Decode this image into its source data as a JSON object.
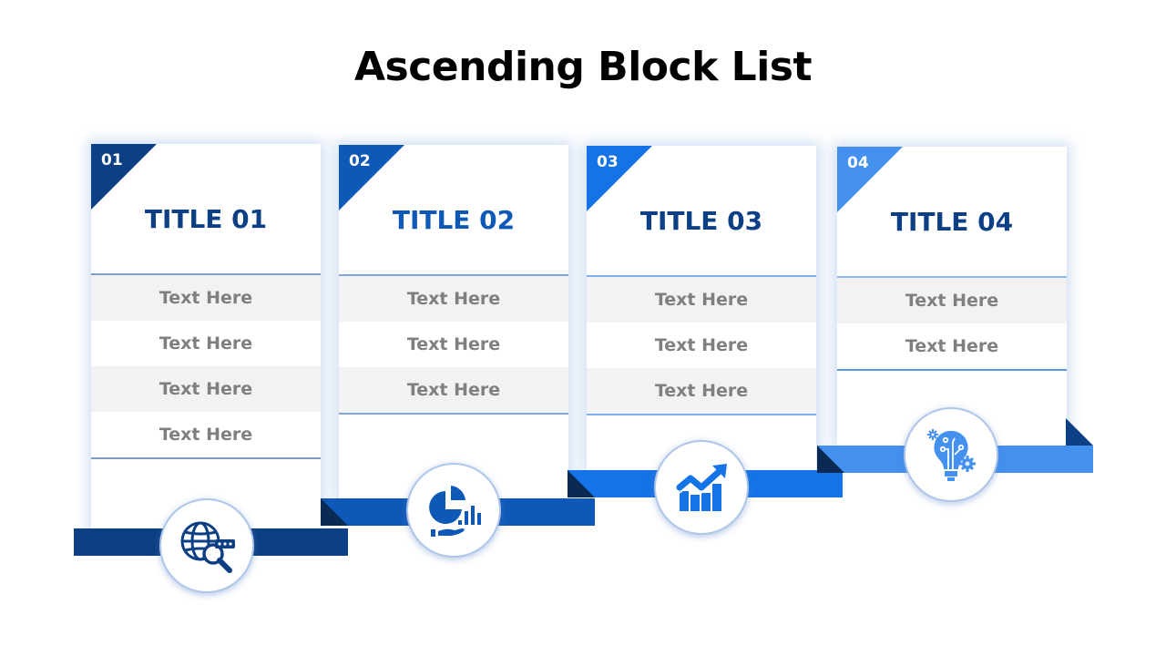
{
  "page": {
    "title": "Ascending Block List"
  },
  "colors": {
    "c1": "#0c3f84",
    "c2": "#0e58b8",
    "c3": "#1473e6",
    "c4": "#4490ee",
    "fold_dark": "#0a2a55",
    "title_text": "#0c3f84",
    "title2_text": "#0e58b8",
    "row_text": "#7f7f7f",
    "row_alt": "#f2f2f2"
  },
  "blocks": [
    {
      "number": "01",
      "title": "TITLE 01",
      "items": [
        "Text Here",
        "Text Here",
        "Text Here",
        "Text Here"
      ],
      "icon": "globe-search-icon"
    },
    {
      "number": "02",
      "title": "TITLE 02",
      "items": [
        "Text Here",
        "Text Here",
        "Text Here"
      ],
      "icon": "pie-chart-hand-icon"
    },
    {
      "number": "03",
      "title": "TITLE 03",
      "items": [
        "Text Here",
        "Text Here",
        "Text Here"
      ],
      "icon": "growth-chart-icon"
    },
    {
      "number": "04",
      "title": "TITLE 04",
      "items": [
        "Text Here",
        "Text Here"
      ],
      "icon": "lightbulb-gears-icon"
    }
  ]
}
